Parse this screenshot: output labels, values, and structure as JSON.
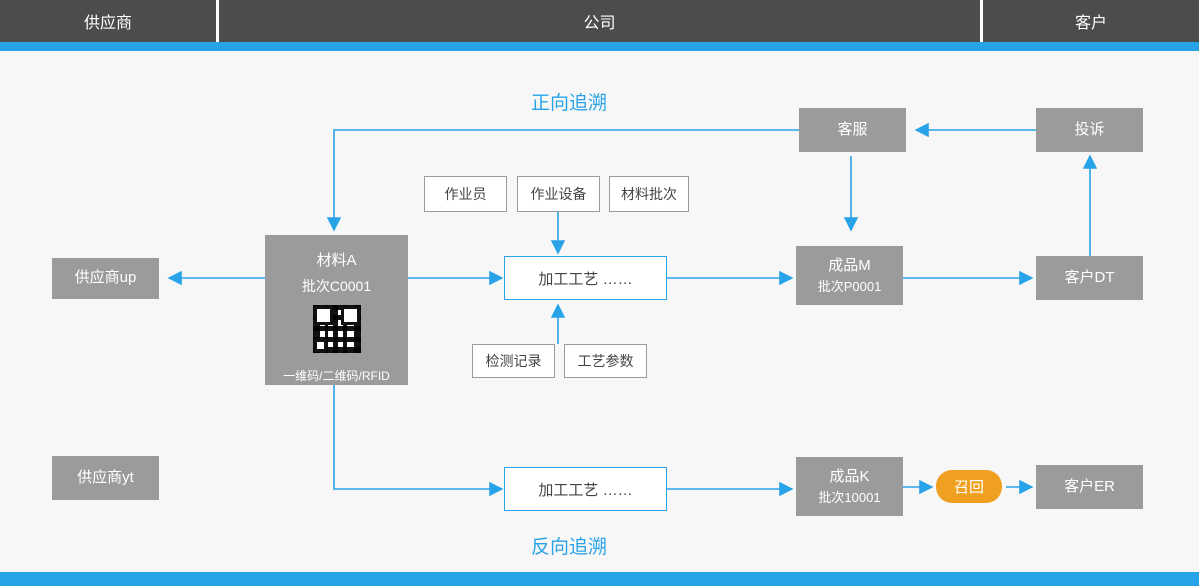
{
  "header": {
    "columns": [
      {
        "label": "供应商"
      },
      {
        "label": "公司"
      },
      {
        "label": "客户"
      }
    ]
  },
  "labels": {
    "forward_trace": "正向追溯",
    "backward_trace": "反向追溯"
  },
  "nodes": {
    "supplier_up": "供应商up",
    "supplier_yt": "供应商yt",
    "material_a_title": "材料A",
    "material_a_batch": "批次C0001",
    "material_a_codes": "一维码/二维码/RFID",
    "operator": "作业员",
    "equipment": "作业设备",
    "material_batch": "材料批次",
    "process_top": "加工工艺  ……",
    "inspection_record": "检测记录",
    "process_params": "工艺参数",
    "finished_m_title": "成品M",
    "finished_m_batch": "批次P0001",
    "customer_service": "客服",
    "complaint": "投诉",
    "customer_dt": "客户DT",
    "process_bottom": "加工工艺  ……",
    "finished_k_title": "成品K",
    "finished_k_batch": "批次10001",
    "recall": "召回",
    "customer_er": "客户ER"
  },
  "colors": {
    "accent_blue": "#29a3e8",
    "node_gray": "#9b9b9b",
    "header_gray": "#4c4c4c",
    "recall_orange": "#f0a020"
  }
}
